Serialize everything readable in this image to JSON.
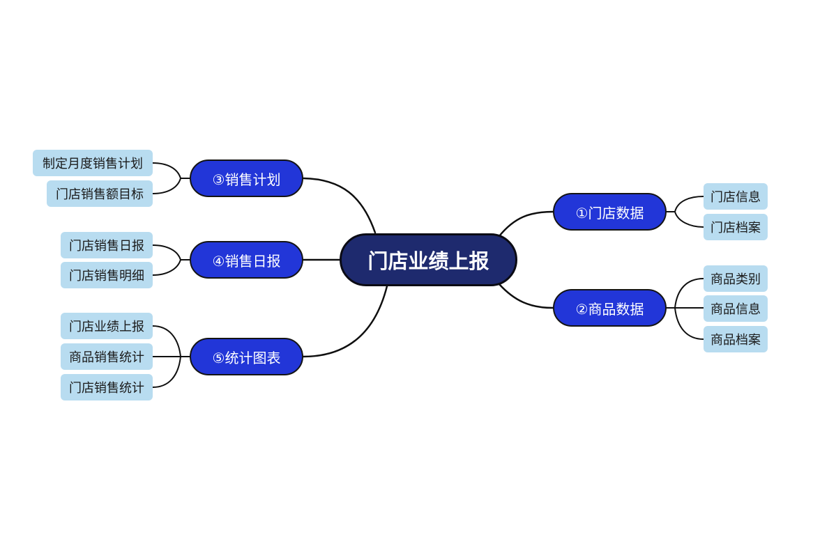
{
  "colors": {
    "central_bg": "#1e2a6e",
    "branch_bg": "#2236d8",
    "leaf_bg": "#b8dcf0",
    "line": "#0f0f0f"
  },
  "central": {
    "label": "门店业绩上报"
  },
  "branches": [
    {
      "label": "①门店数据",
      "children": [
        "门店信息",
        "门店档案"
      ]
    },
    {
      "label": "②商品数据",
      "children": [
        "商品类别",
        "商品信息",
        "商品档案"
      ]
    },
    {
      "label": "③销售计划",
      "children": [
        "制定月度销售计划",
        "门店销售额目标"
      ]
    },
    {
      "label": "④销售日报",
      "children": [
        "门店销售日报",
        "门店销售明细"
      ]
    },
    {
      "label": "⑤统计图表",
      "children": [
        "门店业绩上报",
        "商品销售统计",
        "门店销售统计"
      ]
    }
  ]
}
